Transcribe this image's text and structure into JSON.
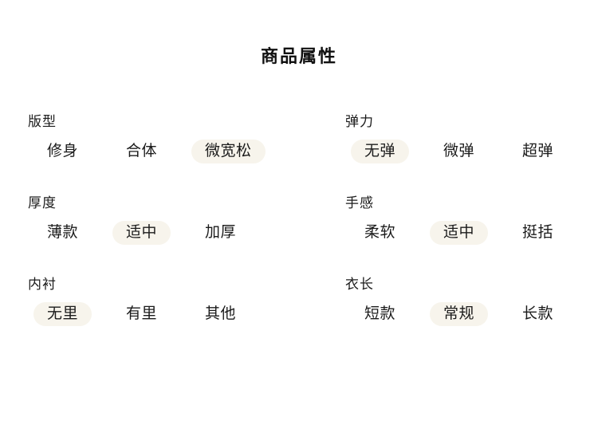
{
  "page": {
    "title": "商品属性"
  },
  "colors": {
    "background": "#ffffff",
    "text": "#1b1b1b",
    "selected_pill_bg": "#f7f4ec"
  },
  "groups": [
    {
      "label": "版型",
      "options": [
        {
          "label": "修身",
          "selected": false
        },
        {
          "label": "合体",
          "selected": false
        },
        {
          "label": "微宽松",
          "selected": true
        }
      ]
    },
    {
      "label": "弹力",
      "options": [
        {
          "label": "无弹",
          "selected": true
        },
        {
          "label": "微弹",
          "selected": false
        },
        {
          "label": "超弹",
          "selected": false
        }
      ]
    },
    {
      "label": "厚度",
      "options": [
        {
          "label": "薄款",
          "selected": false
        },
        {
          "label": "适中",
          "selected": true
        },
        {
          "label": "加厚",
          "selected": false
        }
      ]
    },
    {
      "label": "手感",
      "options": [
        {
          "label": "柔软",
          "selected": false
        },
        {
          "label": "适中",
          "selected": true
        },
        {
          "label": "挺括",
          "selected": false
        }
      ]
    },
    {
      "label": "内衬",
      "options": [
        {
          "label": "无里",
          "selected": true
        },
        {
          "label": "有里",
          "selected": false
        },
        {
          "label": "其他",
          "selected": false
        }
      ]
    },
    {
      "label": "衣长",
      "options": [
        {
          "label": "短款",
          "selected": false
        },
        {
          "label": "常规",
          "selected": true
        },
        {
          "label": "长款",
          "selected": false
        }
      ]
    }
  ]
}
